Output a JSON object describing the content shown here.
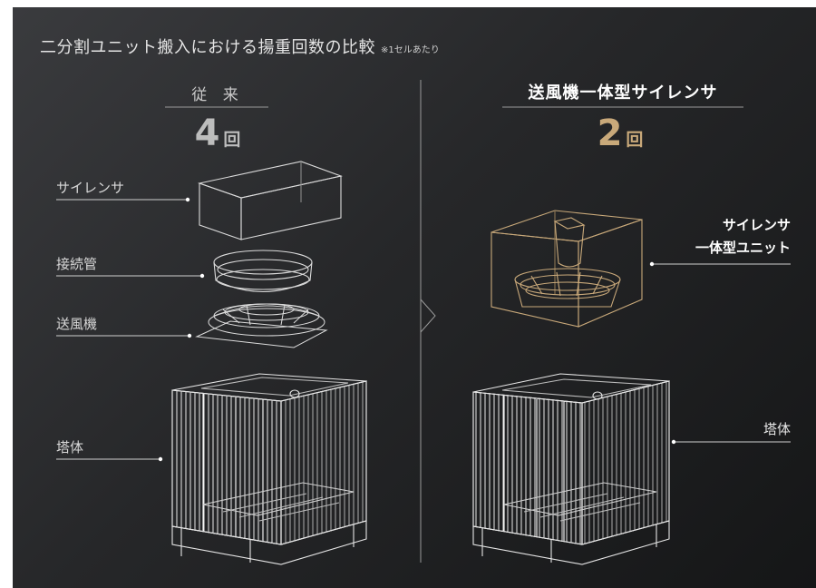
{
  "title": {
    "main": "二分割ユニット搬入における揚重回数の比較",
    "note": "※1セルあたり"
  },
  "left": {
    "heading": "従 来",
    "count": "4",
    "unit": "回",
    "labels": {
      "silencer": "サイレンサ",
      "pipe": "接続管",
      "fan": "送風機",
      "tower": "塔体"
    }
  },
  "right": {
    "heading": "送風機一体型サイレンサ",
    "count": "2",
    "unit": "回",
    "labels": {
      "unit_line1": "サイレンサ",
      "unit_line2": "一体型ユニット",
      "tower": "塔体"
    }
  },
  "colors": {
    "accent": "#c9a97a",
    "line": "#e6e6e6",
    "background": "#2a2b2d"
  }
}
